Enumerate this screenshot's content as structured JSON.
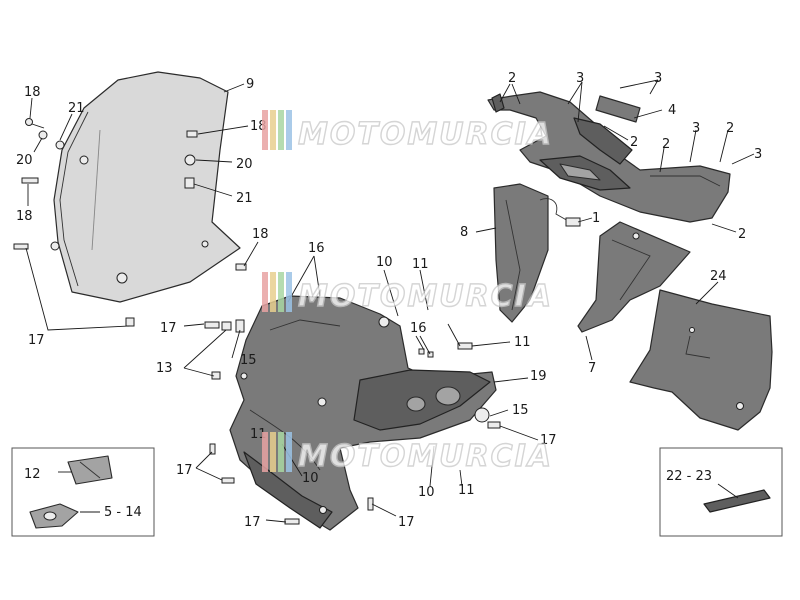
{
  "watermark": {
    "text": "MOTOMURCIA",
    "stripe_colors": [
      "#e8a3a3",
      "#e8cf8f",
      "#a9d7a3",
      "#9cc3e6"
    ]
  },
  "callouts": {
    "c18_a": "18",
    "c21_a": "21",
    "c20_a": "20",
    "c18_b": "18",
    "c9": "9",
    "c18_c": "18",
    "c20_b": "20",
    "c21_b": "21",
    "c18_d": "18",
    "c17_a": "17",
    "c2_a": "2",
    "c3_a": "3",
    "c3_b": "3",
    "c4": "4",
    "c2_b": "2",
    "c3_c": "3",
    "c2_c": "2",
    "c2_d": "2",
    "c3_d": "3",
    "c1": "1",
    "c8": "8",
    "c2_e": "2",
    "c24": "24",
    "c7": "7",
    "c16_a": "16",
    "c10_a": "10",
    "c11_a": "11",
    "c17_b": "17",
    "c16_b": "16",
    "c11_b": "11",
    "c13": "13",
    "c15_a": "15",
    "c19": "19",
    "c15_b": "15",
    "c17_c": "17",
    "c11_c": "11",
    "c17_d": "17",
    "c10_b": "10",
    "c10_c": "10",
    "c11_d": "11",
    "c17_e": "17",
    "c17_f": "17",
    "c12": "12",
    "c5_14": "5 - 14",
    "c22_23": "22 - 23"
  }
}
